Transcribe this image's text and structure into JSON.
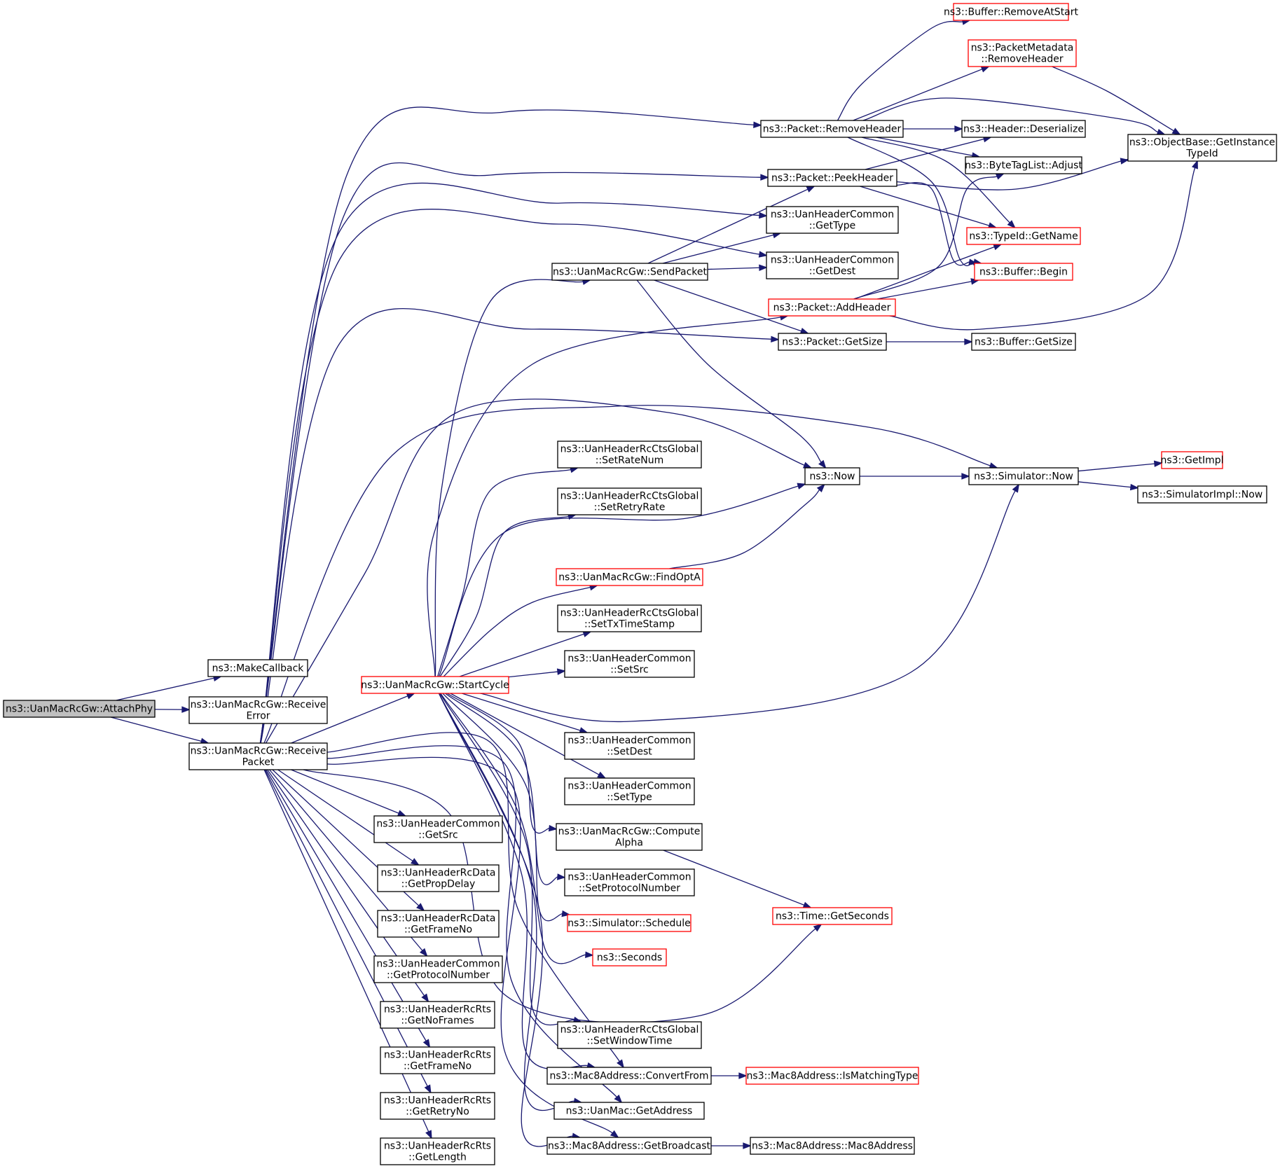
{
  "colors": {
    "edge": "#191970",
    "node_border": "#000000",
    "truncated_border": "#ff0000",
    "root_fill": "#bfbfbf",
    "node_fill": "#ffffff"
  },
  "nodes": [
    {
      "id": "attachphy",
      "lines": [
        "ns3::UanMacRcGw::AttachPhy"
      ],
      "root": true
    },
    {
      "id": "makecallback",
      "lines": [
        "ns3::MakeCallback"
      ]
    },
    {
      "id": "receiveerror",
      "lines": [
        "ns3::UanMacRcGw::Receive",
        "Error"
      ]
    },
    {
      "id": "receivepacket",
      "lines": [
        "ns3::UanMacRcGw::Receive",
        "Packet"
      ]
    },
    {
      "id": "startcycle",
      "lines": [
        "ns3::UanMacRcGw::StartCycle"
      ],
      "truncated": true
    },
    {
      "id": "hc_getsrc",
      "lines": [
        "ns3::UanHeaderCommon",
        "::GetSrc"
      ]
    },
    {
      "id": "rcdata_getpropdelay",
      "lines": [
        "ns3::UanHeaderRcData",
        "::GetPropDelay"
      ]
    },
    {
      "id": "rcdata_getframeno",
      "lines": [
        "ns3::UanHeaderRcData",
        "::GetFrameNo"
      ]
    },
    {
      "id": "hc_getprotocolnumber",
      "lines": [
        "ns3::UanHeaderCommon",
        "::GetProtocolNumber"
      ]
    },
    {
      "id": "rts_getnoframes",
      "lines": [
        "ns3::UanHeaderRcRts",
        "::GetNoFrames"
      ]
    },
    {
      "id": "rts_getframeno",
      "lines": [
        "ns3::UanHeaderRcRts",
        "::GetFrameNo"
      ]
    },
    {
      "id": "rts_getretryno",
      "lines": [
        "ns3::UanHeaderRcRts",
        "::GetRetryNo"
      ]
    },
    {
      "id": "rts_getlength",
      "lines": [
        "ns3::UanHeaderRcRts",
        "::GetLength"
      ]
    },
    {
      "id": "sendpacket",
      "lines": [
        "ns3::UanMacRcGw::SendPacket"
      ]
    },
    {
      "id": "cts_setratenum",
      "lines": [
        "ns3::UanHeaderRcCtsGlobal",
        "::SetRateNum"
      ]
    },
    {
      "id": "cts_setretryrate",
      "lines": [
        "ns3::UanHeaderRcCtsGlobal",
        "::SetRetryRate"
      ]
    },
    {
      "id": "findopta",
      "lines": [
        "ns3::UanMacRcGw::FindOptA"
      ],
      "truncated": true
    },
    {
      "id": "cts_settxtimestamp",
      "lines": [
        "ns3::UanHeaderRcCtsGlobal",
        "::SetTxTimeStamp"
      ]
    },
    {
      "id": "hc_setsrc",
      "lines": [
        "ns3::UanHeaderCommon",
        "::SetSrc"
      ]
    },
    {
      "id": "hc_setdest",
      "lines": [
        "ns3::UanHeaderCommon",
        "::SetDest"
      ]
    },
    {
      "id": "hc_settype",
      "lines": [
        "ns3::UanHeaderCommon",
        "::SetType"
      ]
    },
    {
      "id": "computealpha",
      "lines": [
        "ns3::UanMacRcGw::Compute",
        "Alpha"
      ]
    },
    {
      "id": "hc_setprotocolnumber",
      "lines": [
        "ns3::UanHeaderCommon",
        "::SetProtocolNumber"
      ]
    },
    {
      "id": "sim_schedule",
      "lines": [
        "ns3::Simulator::Schedule"
      ],
      "truncated": true
    },
    {
      "id": "seconds",
      "lines": [
        "ns3::Seconds"
      ],
      "truncated": true
    },
    {
      "id": "cts_setwindowtime",
      "lines": [
        "ns3::UanHeaderRcCtsGlobal",
        "::SetWindowTime"
      ]
    },
    {
      "id": "mac8_convertfrom",
      "lines": [
        "ns3::Mac8Address::ConvertFrom"
      ]
    },
    {
      "id": "uanmac_getaddress",
      "lines": [
        "ns3::UanMac::GetAddress"
      ]
    },
    {
      "id": "mac8_getbroadcast",
      "lines": [
        "ns3::Mac8Address::GetBroadcast"
      ]
    },
    {
      "id": "packet_removeheader",
      "lines": [
        "ns3::Packet::RemoveHeader"
      ]
    },
    {
      "id": "packet_peekheader",
      "lines": [
        "ns3::Packet::PeekHeader"
      ]
    },
    {
      "id": "hc_gettype",
      "lines": [
        "ns3::UanHeaderCommon",
        "::GetType"
      ]
    },
    {
      "id": "hc_getdest",
      "lines": [
        "ns3::UanHeaderCommon",
        "::GetDest"
      ]
    },
    {
      "id": "packet_addheader",
      "lines": [
        "ns3::Packet::AddHeader"
      ],
      "truncated": true
    },
    {
      "id": "packet_getsize",
      "lines": [
        "ns3::Packet::GetSize"
      ]
    },
    {
      "id": "now",
      "lines": [
        "ns3::Now"
      ]
    },
    {
      "id": "time_getseconds",
      "lines": [
        "ns3::Time::GetSeconds"
      ],
      "truncated": true
    },
    {
      "id": "mac8_ismatchingtype",
      "lines": [
        "ns3::Mac8Address::IsMatchingType"
      ],
      "truncated": true
    },
    {
      "id": "mac8_mac8address",
      "lines": [
        "ns3::Mac8Address::Mac8Address"
      ]
    },
    {
      "id": "buffer_removeatstart",
      "lines": [
        "ns3::Buffer::RemoveAtStart"
      ],
      "truncated": true
    },
    {
      "id": "pm_removeheader",
      "lines": [
        "ns3::PacketMetadata",
        "::RemoveHeader"
      ],
      "truncated": true
    },
    {
      "id": "header_deserialize",
      "lines": [
        "ns3::Header::Deserialize"
      ]
    },
    {
      "id": "bytetaglist_adjust",
      "lines": [
        "ns3::ByteTagList::Adjust"
      ]
    },
    {
      "id": "typeid_getname",
      "lines": [
        "ns3::TypeId::GetName"
      ],
      "truncated": true
    },
    {
      "id": "buffer_begin",
      "lines": [
        "ns3::Buffer::Begin"
      ],
      "truncated": true
    },
    {
      "id": "buffer_getsize",
      "lines": [
        "ns3::Buffer::GetSize"
      ]
    },
    {
      "id": "simulator_now",
      "lines": [
        "ns3::Simulator::Now"
      ]
    },
    {
      "id": "objectbase_getinstancetypeid",
      "lines": [
        "ns3::ObjectBase::GetInstance",
        "TypeId"
      ]
    },
    {
      "id": "getimpl",
      "lines": [
        "ns3::GetImpl"
      ],
      "truncated": true
    },
    {
      "id": "simulatorimpl_now",
      "lines": [
        "ns3::SimulatorImpl::Now"
      ]
    }
  ],
  "edges": [
    [
      "attachphy",
      "makecallback"
    ],
    [
      "attachphy",
      "receiveerror"
    ],
    [
      "attachphy",
      "receivepacket"
    ],
    [
      "receivepacket",
      "startcycle"
    ],
    [
      "receivepacket",
      "hc_getsrc"
    ],
    [
      "receivepacket",
      "rcdata_getpropdelay"
    ],
    [
      "receivepacket",
      "rcdata_getframeno"
    ],
    [
      "receivepacket",
      "hc_getprotocolnumber"
    ],
    [
      "receivepacket",
      "rts_getnoframes"
    ],
    [
      "receivepacket",
      "rts_getframeno"
    ],
    [
      "receivepacket",
      "rts_getretryno"
    ],
    [
      "receivepacket",
      "rts_getlength"
    ],
    [
      "receivepacket",
      "packet_removeheader"
    ],
    [
      "receivepacket",
      "packet_peekheader"
    ],
    [
      "receivepacket",
      "hc_gettype"
    ],
    [
      "receivepacket",
      "hc_getdest"
    ],
    [
      "receivepacket",
      "packet_getsize"
    ],
    [
      "receivepacket",
      "now"
    ],
    [
      "receivepacket",
      "simulator_now"
    ],
    [
      "receivepacket",
      "mac8_convertfrom"
    ],
    [
      "receivepacket",
      "uanmac_getaddress"
    ],
    [
      "receivepacket",
      "mac8_getbroadcast"
    ],
    [
      "receivepacket",
      "time_getseconds"
    ],
    [
      "startcycle",
      "sendpacket"
    ],
    [
      "startcycle",
      "packet_addheader"
    ],
    [
      "startcycle",
      "now"
    ],
    [
      "startcycle",
      "cts_setratenum"
    ],
    [
      "startcycle",
      "cts_setretryrate"
    ],
    [
      "startcycle",
      "findopta"
    ],
    [
      "startcycle",
      "cts_settxtimestamp"
    ],
    [
      "startcycle",
      "hc_setsrc"
    ],
    [
      "startcycle",
      "simulator_now"
    ],
    [
      "startcycle",
      "hc_setdest"
    ],
    [
      "startcycle",
      "hc_settype"
    ],
    [
      "startcycle",
      "computealpha"
    ],
    [
      "startcycle",
      "hc_setprotocolnumber"
    ],
    [
      "startcycle",
      "sim_schedule"
    ],
    [
      "startcycle",
      "seconds"
    ],
    [
      "startcycle",
      "cts_setwindowtime"
    ],
    [
      "startcycle",
      "mac8_convertfrom"
    ],
    [
      "startcycle",
      "uanmac_getaddress"
    ],
    [
      "startcycle",
      "mac8_getbroadcast"
    ],
    [
      "sendpacket",
      "packet_peekheader"
    ],
    [
      "sendpacket",
      "hc_gettype"
    ],
    [
      "sendpacket",
      "hc_getdest"
    ],
    [
      "sendpacket",
      "packet_getsize"
    ],
    [
      "sendpacket",
      "now"
    ],
    [
      "findopta",
      "now"
    ],
    [
      "computealpha",
      "time_getseconds"
    ],
    [
      "mac8_convertfrom",
      "mac8_ismatchingtype"
    ],
    [
      "mac8_getbroadcast",
      "mac8_mac8address"
    ],
    [
      "packet_removeheader",
      "buffer_removeatstart"
    ],
    [
      "packet_removeheader",
      "pm_removeheader"
    ],
    [
      "packet_removeheader",
      "objectbase_getinstancetypeid"
    ],
    [
      "packet_removeheader",
      "header_deserialize"
    ],
    [
      "packet_removeheader",
      "bytetaglist_adjust"
    ],
    [
      "packet_removeheader",
      "typeid_getname"
    ],
    [
      "packet_removeheader",
      "buffer_begin"
    ],
    [
      "pm_removeheader",
      "objectbase_getinstancetypeid"
    ],
    [
      "packet_peekheader",
      "header_deserialize"
    ],
    [
      "packet_peekheader",
      "objectbase_getinstancetypeid"
    ],
    [
      "packet_peekheader",
      "typeid_getname"
    ],
    [
      "packet_peekheader",
      "buffer_begin"
    ],
    [
      "packet_addheader",
      "bytetaglist_adjust"
    ],
    [
      "packet_addheader",
      "typeid_getname"
    ],
    [
      "packet_addheader",
      "buffer_begin"
    ],
    [
      "packet_addheader",
      "objectbase_getinstancetypeid"
    ],
    [
      "packet_getsize",
      "buffer_getsize"
    ],
    [
      "now",
      "simulator_now"
    ],
    [
      "simulator_now",
      "getimpl"
    ],
    [
      "simulator_now",
      "simulatorimpl_now"
    ]
  ]
}
